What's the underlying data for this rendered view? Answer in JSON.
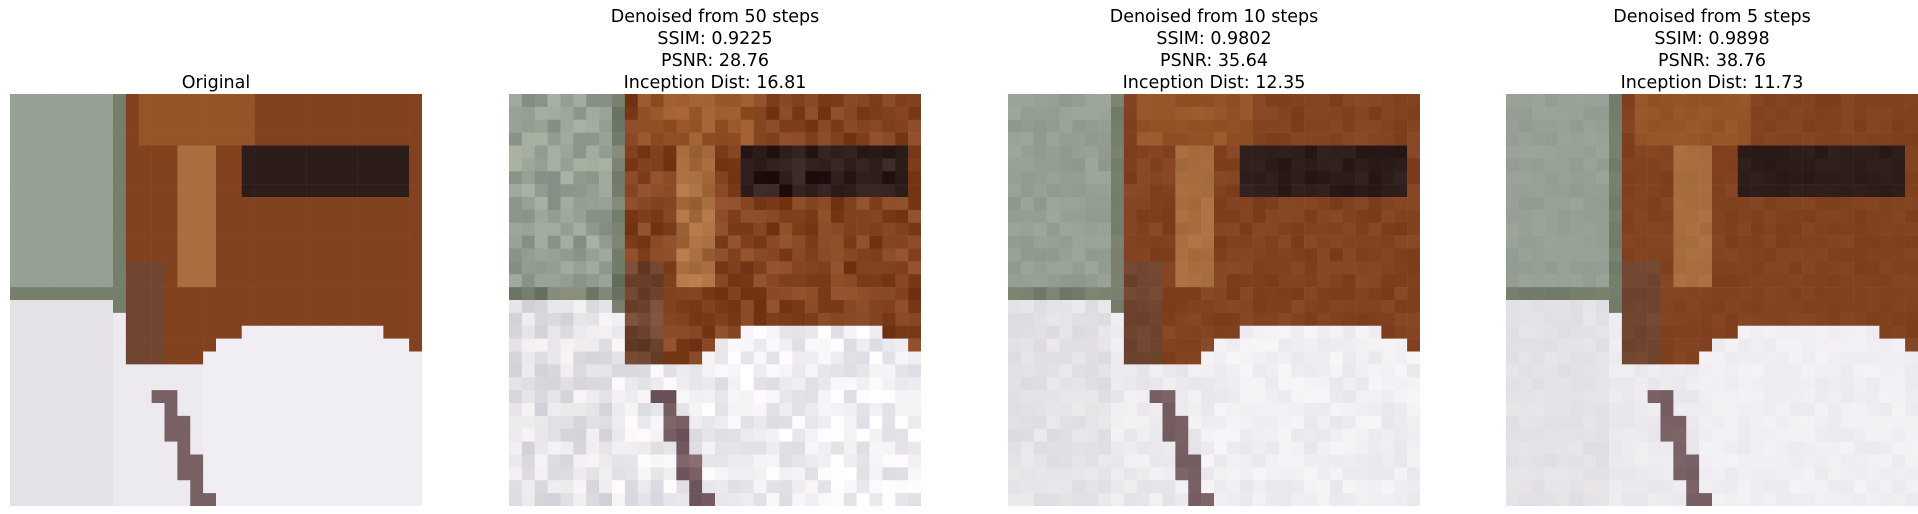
{
  "figure": {
    "panels": [
      {
        "lines": [
          "Original"
        ],
        "noise": 0.0
      },
      {
        "lines": [
          "Denoised from 50 steps",
          "SSIM: 0.9225",
          "PSNR: 28.76",
          "Inception Dist: 16.81"
        ],
        "noise": 0.22
      },
      {
        "lines": [
          "Denoised from 10 steps",
          "SSIM: 0.9802",
          "PSNR: 35.64",
          "Inception Dist: 12.35"
        ],
        "noise": 0.09
      },
      {
        "lines": [
          "Denoised from 5 steps",
          "SSIM: 0.9898",
          "PSNR: 38.76",
          "Inception Dist: 11.73"
        ],
        "noise": 0.05
      }
    ]
  }
}
